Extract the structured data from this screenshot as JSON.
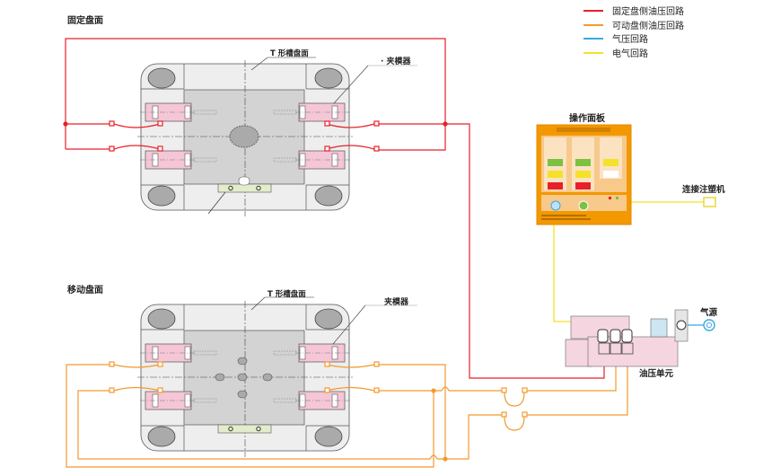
{
  "legend": [
    {
      "label": "固定盘侧油压回路",
      "color": "#e8202a"
    },
    {
      "label": "可动盘侧油压回路",
      "color": "#f39a2e"
    },
    {
      "label": "气压回路",
      "color": "#3aa8e0"
    },
    {
      "label": "电气回路",
      "color": "#f5e12a"
    }
  ],
  "fixed_platen": {
    "title": "固定盘面",
    "tslot_label": "T 形槽盘面",
    "clamp_label": "· 夹模器"
  },
  "moving_platen": {
    "title": "移动盘面",
    "tslot_label": "T 形槽盘面",
    "clamp_label": "夹模器"
  },
  "control_panel": {
    "title": "操作面板",
    "color": "#f39800"
  },
  "machine_link": {
    "label": "连接注塑机"
  },
  "air_source": {
    "label": "气源"
  },
  "hydraulic_unit": {
    "label": "油压单元"
  }
}
